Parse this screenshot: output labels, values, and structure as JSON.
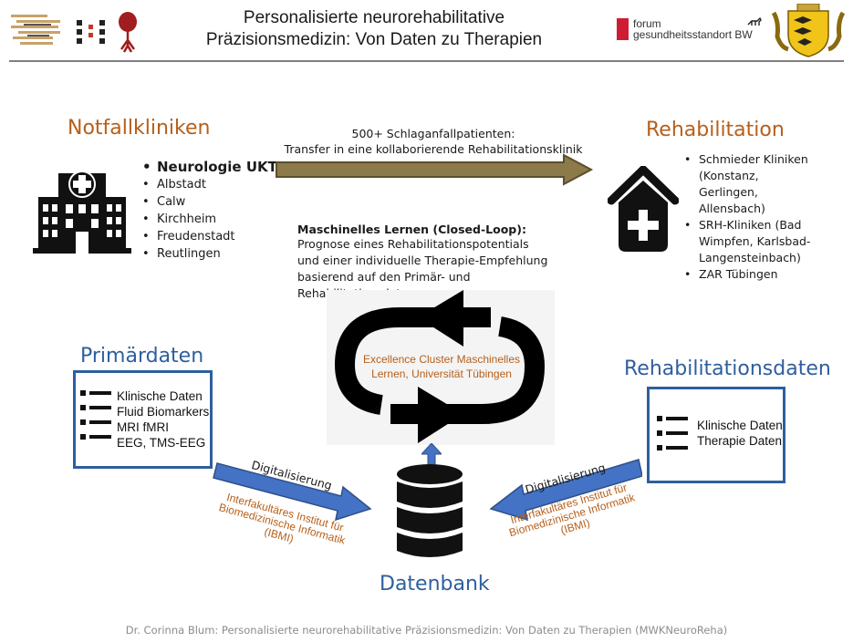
{
  "header": {
    "title_line1": "Personalisierte neurorehabilitative",
    "title_line2": "Präzisionsmedizin: Von Daten zu Therapien",
    "forum_line1": "forum",
    "forum_line2": "gesundheitsstandort BW"
  },
  "notfall": {
    "heading": "Notfallkliniken",
    "items": [
      "Neurologie UKT",
      "Albstadt",
      "Calw",
      "Kirchheim",
      "Freudenstadt",
      "Reutlingen"
    ]
  },
  "transfer": {
    "line1": "500+ Schlaganfallpatienten:",
    "line2": "Transfer in eine kollaborierende Rehabilitationsklinik"
  },
  "reha": {
    "heading": "Rehabilitation",
    "items": [
      "Schmieder Kliniken (Konstanz, Gerlingen, Allensbach)",
      "SRH-Kliniken (Bad Wimpfen, Karlsbad-Langensteinbach)",
      "ZAR Tübingen"
    ]
  },
  "ml": {
    "title": "Maschinelles Lernen (Closed-Loop):",
    "text_lines": [
      "Prognose eines Rehabilitationspotentials",
      "und einer individuelle Therapie-Empfehlung",
      "basierend auf den Primär- und",
      "Rehabilitationsdaten"
    ],
    "cluster_line1": "Excellence Cluster Maschinelles",
    "cluster_line2": "Lernen, Universität Tübingen"
  },
  "primaer": {
    "heading": "Primärdaten",
    "items": [
      "Klinische Daten",
      "Fluid Biomarkers",
      "MRI fMRI",
      "EEG, TMS-EEG"
    ]
  },
  "rehadaten": {
    "heading": "Rehabilitationsdaten",
    "items": [
      "Klinische Daten",
      "Therapie Daten"
    ]
  },
  "digital": {
    "label": "Digitalisierung",
    "ibmi_lines": [
      "Interfakultäres Institut für",
      "Biomedizinische Informatik",
      "(IBMI)"
    ]
  },
  "datenbank": {
    "label": "Datenbank"
  },
  "footer": {
    "text": "Dr. Corinna Blum: Personalisierte neurorehabilitative Präzisionsmedizin: Von Daten zu Therapien (MWKNeuroReha)"
  },
  "colors": {
    "orange": "#b65f1a",
    "blue": "#2e5f9e",
    "arrow_olive": "#8c7a4a",
    "arrow_blue": "#4472c4"
  }
}
